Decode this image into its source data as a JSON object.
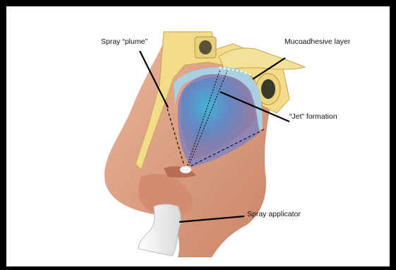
{
  "labels": {
    "spray_plume": "Spray “plume”",
    "mucoadhesive_layer": "Mucoadhesive layer",
    "jet_formation": "“Jet” formation",
    "spray_applicator": "Spray applicator"
  },
  "colors": {
    "frame": "#000000",
    "skin_outer": "#d99a7e",
    "skin_dark": "#c97f68",
    "skin_light": "#e8b398",
    "bone": "#f2dc8a",
    "bone_edge": "#c9a64e",
    "mucosa": "#9ec7d9",
    "cavity": "#8f86b8",
    "spray_cloud": "#3fb3d6",
    "applicator": "#f2f2f2"
  }
}
